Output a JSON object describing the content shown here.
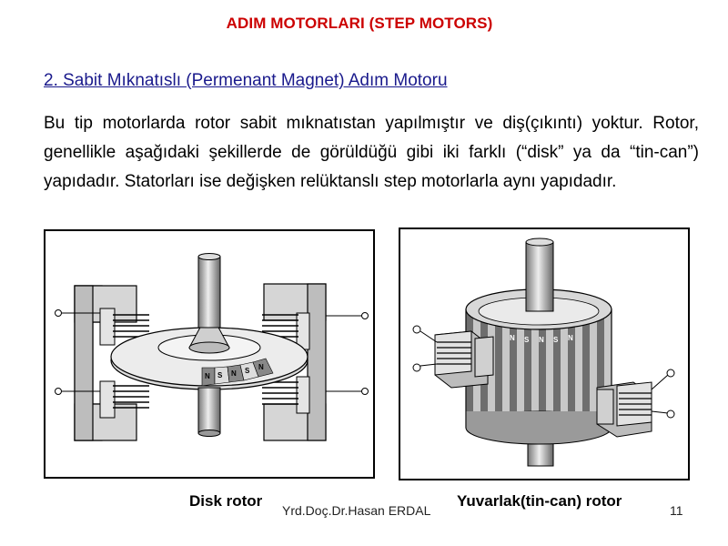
{
  "slide": {
    "title": "ADIM MOTORLARI (STEP MOTORS)",
    "subtitle": "2. Sabit Mıknatıslı (Permenant Magnet) Adım Motoru",
    "body": "Bu tip motorlarda rotor sabit mıknatıstan yapılmıştır ve diş(çıkıntı) yoktur. Rotor, genellikle aşağıdaki şekillerde de görüldüğü gibi iki farklı (“disk” ya da “tin-can”) yapıdadır.  Statorları ise değişken relüktanslı step motorlarla aynı yapıdadır.",
    "figures": [
      {
        "caption": "Disk rotor",
        "pole_labels": [
          "N",
          "S",
          "N",
          "S",
          "N"
        ]
      },
      {
        "caption": "Yuvarlak(tin-can) rotor",
        "pole_labels": [
          "N",
          "S",
          "N",
          "S",
          "N"
        ]
      }
    ],
    "footer": "Yrd.Doç.Dr.Hasan ERDAL",
    "page_number": "11"
  }
}
